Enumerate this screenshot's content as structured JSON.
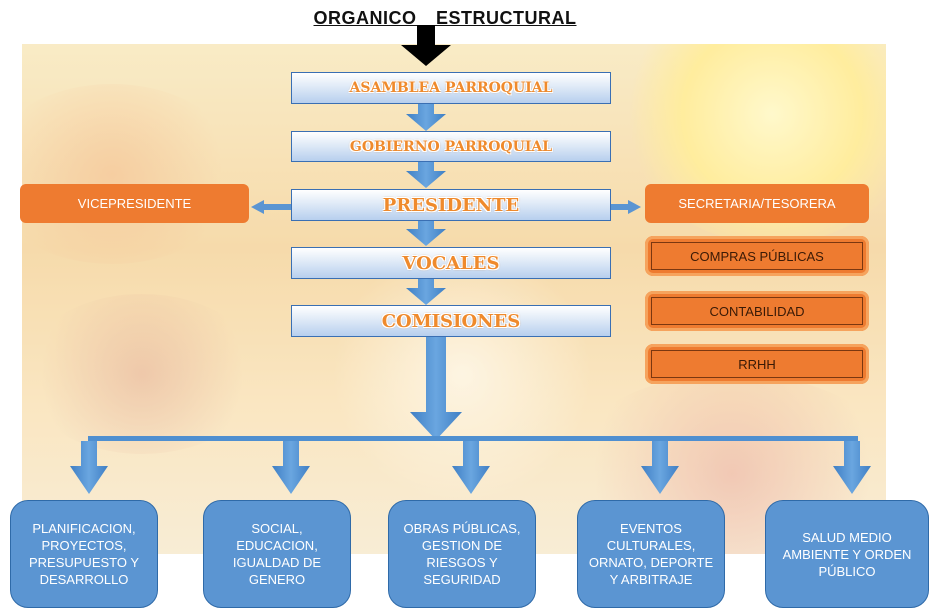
{
  "title": "ORGANICO    ESTRUCTURAL",
  "main_chain": {
    "asamblea": "ASAMBLEA PARROQUIAL",
    "gobierno": "GOBIERNO  PARROQUIAL",
    "presidente": "PRESIDENTE",
    "vocales": "VOCALES",
    "comisiones": "COMISIONES"
  },
  "side_left": {
    "vicepresidente": "VICEPRESIDENTE"
  },
  "side_right": {
    "secretaria": "SECRETARIA/TESORERA",
    "compras": "COMPRAS PÚBLICAS",
    "contabilidad": "CONTABILIDAD",
    "rrhh": "RRHH"
  },
  "commissions": [
    {
      "label": "PLANIFICACION, PROYECTOS, PRESUPUESTO Y DESARROLLO"
    },
    {
      "label": "SOCIAL, EDUCACION, IGUALDAD DE GENERO"
    },
    {
      "label": "OBRAS PÚBLICAS, GESTION DE RIESGOS Y SEGURIDAD"
    },
    {
      "label": "EVENTOS CULTURALES, ORNATO, DEPORTE Y ARBITRAJE"
    },
    {
      "label": "SALUD  MEDIO AMBIENTE Y ORDEN PÚBLICO"
    }
  ],
  "colors": {
    "orange": "#ee7b30",
    "blue_arrow": "#4f8fd0",
    "commission_blue": "#5b95d2"
  }
}
